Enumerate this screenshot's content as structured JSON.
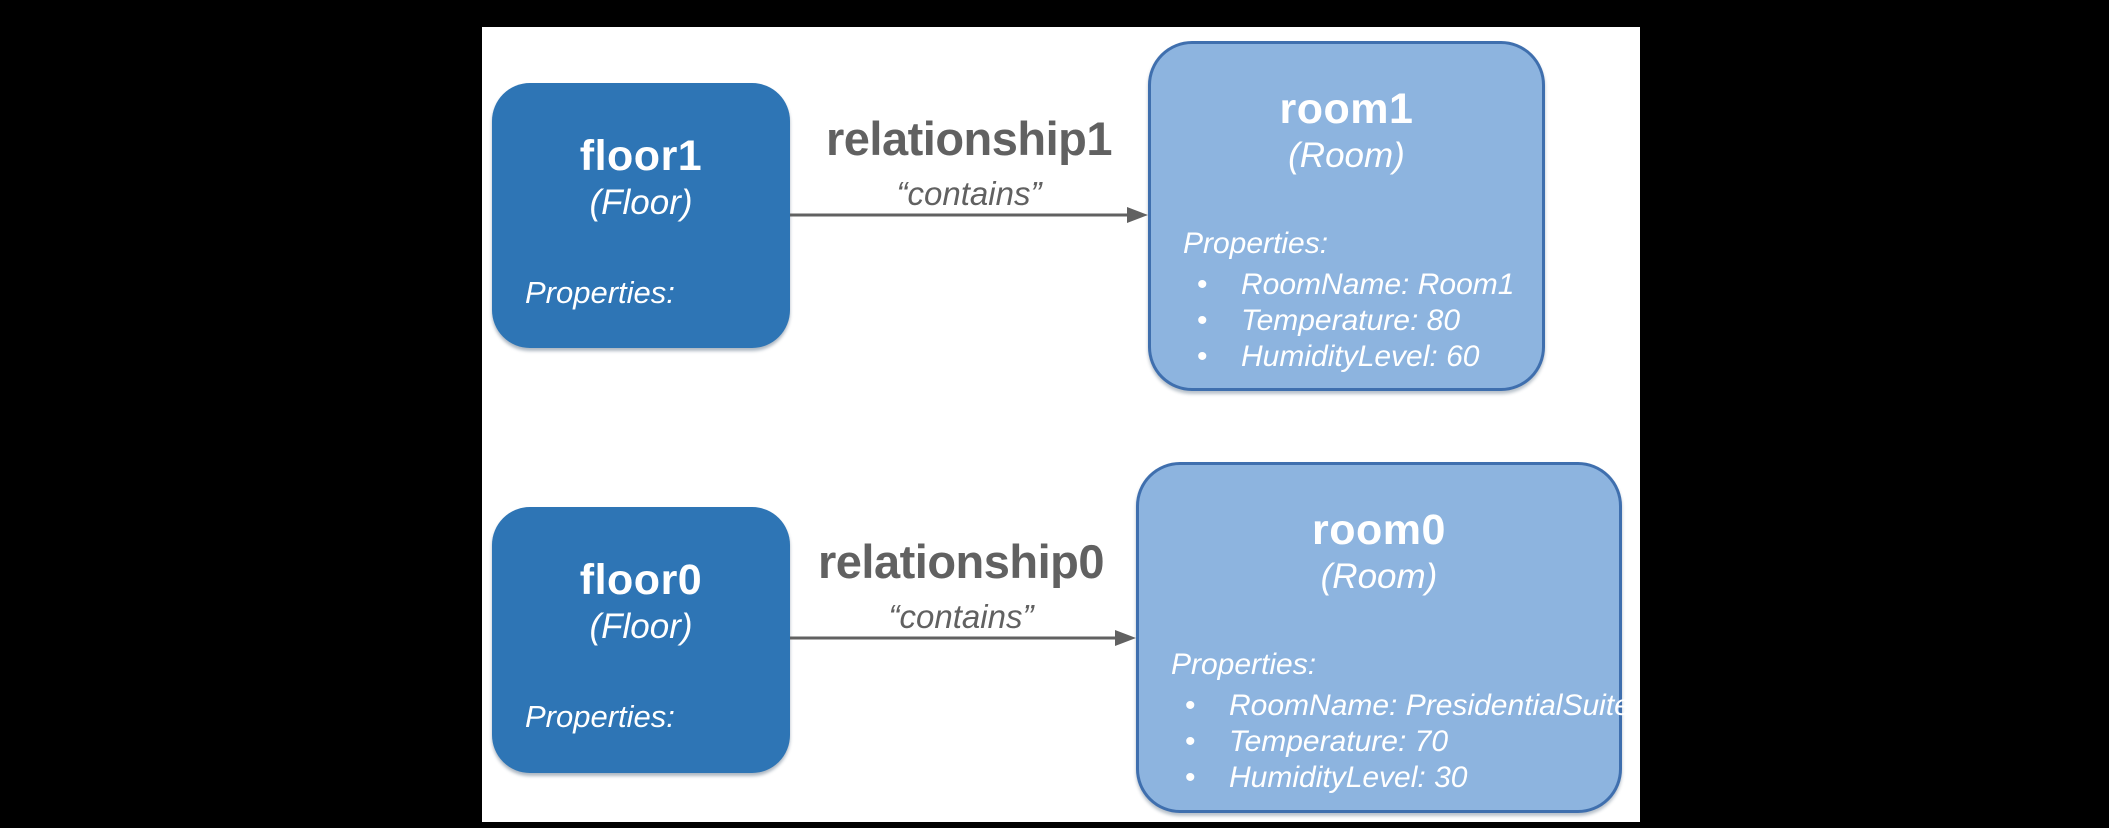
{
  "page": {
    "background": "#000000",
    "panel_background": "#ffffff"
  },
  "colors": {
    "floor_node_fill": "#2e75b5",
    "room_node_fill": "#8db4df",
    "room_node_border": "#3f6fae",
    "arrow": "#616161",
    "relationship_text": "#616161",
    "node_text": "#ffffff"
  },
  "rows": [
    {
      "source": {
        "title": "floor1",
        "type_label": "(Floor)",
        "properties_label": "Properties:"
      },
      "relationship": {
        "name": "relationship1",
        "tag": "“contains”"
      },
      "target": {
        "title": "room1",
        "type_label": "(Room)",
        "properties_label": "Properties:",
        "properties": [
          "RoomName: Room1",
          "Temperature: 80",
          "HumidityLevel: 60"
        ]
      }
    },
    {
      "source": {
        "title": "floor0",
        "type_label": "(Floor)",
        "properties_label": "Properties:"
      },
      "relationship": {
        "name": "relationship0",
        "tag": "“contains”"
      },
      "target": {
        "title": "room0",
        "type_label": "(Room)",
        "properties_label": "Properties:",
        "properties": [
          "RoomName: PresidentialSuite",
          "Temperature: 70",
          "HumidityLevel: 30"
        ]
      }
    }
  ]
}
